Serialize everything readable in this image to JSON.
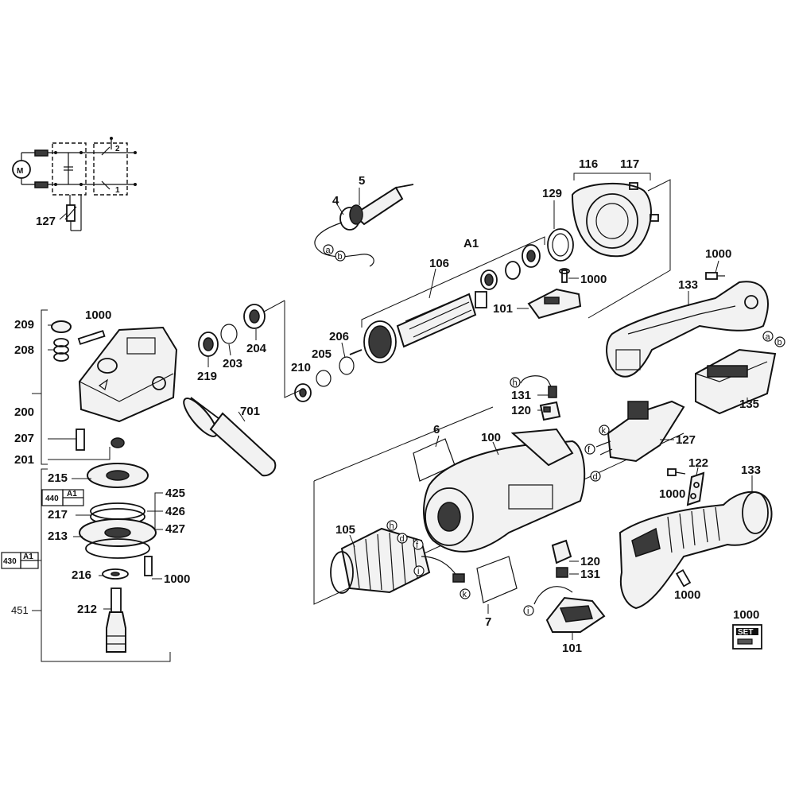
{
  "labels": {
    "n127_schematic": "127",
    "n5": "5",
    "n4": "4",
    "a1_top": "A1",
    "n106": "106",
    "n116": "116",
    "n117": "117",
    "n129": "129",
    "n1000_a": "1000",
    "n101_top": "101",
    "n1000_b": "1000",
    "n133_top": "133",
    "n209": "209",
    "n1000_c": "1000",
    "n208": "208",
    "n204": "204",
    "n219": "219",
    "n203": "203",
    "n206": "206",
    "n205": "205",
    "n210": "210",
    "n200": "200",
    "n701": "701",
    "n207": "207",
    "n201": "201",
    "n131_top": "131",
    "n120_top": "120",
    "n135": "135",
    "n6": "6",
    "n100": "100",
    "n127_part": "127",
    "n122": "122",
    "n133_bottom": "133",
    "n1000_d": "1000",
    "n215": "215",
    "n440": "440",
    "a1_440": "A1",
    "n425": "425",
    "n426": "426",
    "n217": "217",
    "n427": "427",
    "n213": "213",
    "n430": "430",
    "a1_430": "A1",
    "n216": "216",
    "n1000_e": "1000",
    "n451": "451",
    "n212": "212",
    "n105": "105",
    "n120_bottom": "120",
    "n131_bottom": "131",
    "n7": "7",
    "n101_bottom": "101",
    "n1000_f": "1000",
    "n1000_set": "1000",
    "set_badge": "SET",
    "sw2": "2",
    "sw1": "1"
  },
  "connectors": {
    "a": "a",
    "b": "b",
    "h": "h",
    "k": "k",
    "f": "f",
    "d": "d",
    "i": "i"
  }
}
